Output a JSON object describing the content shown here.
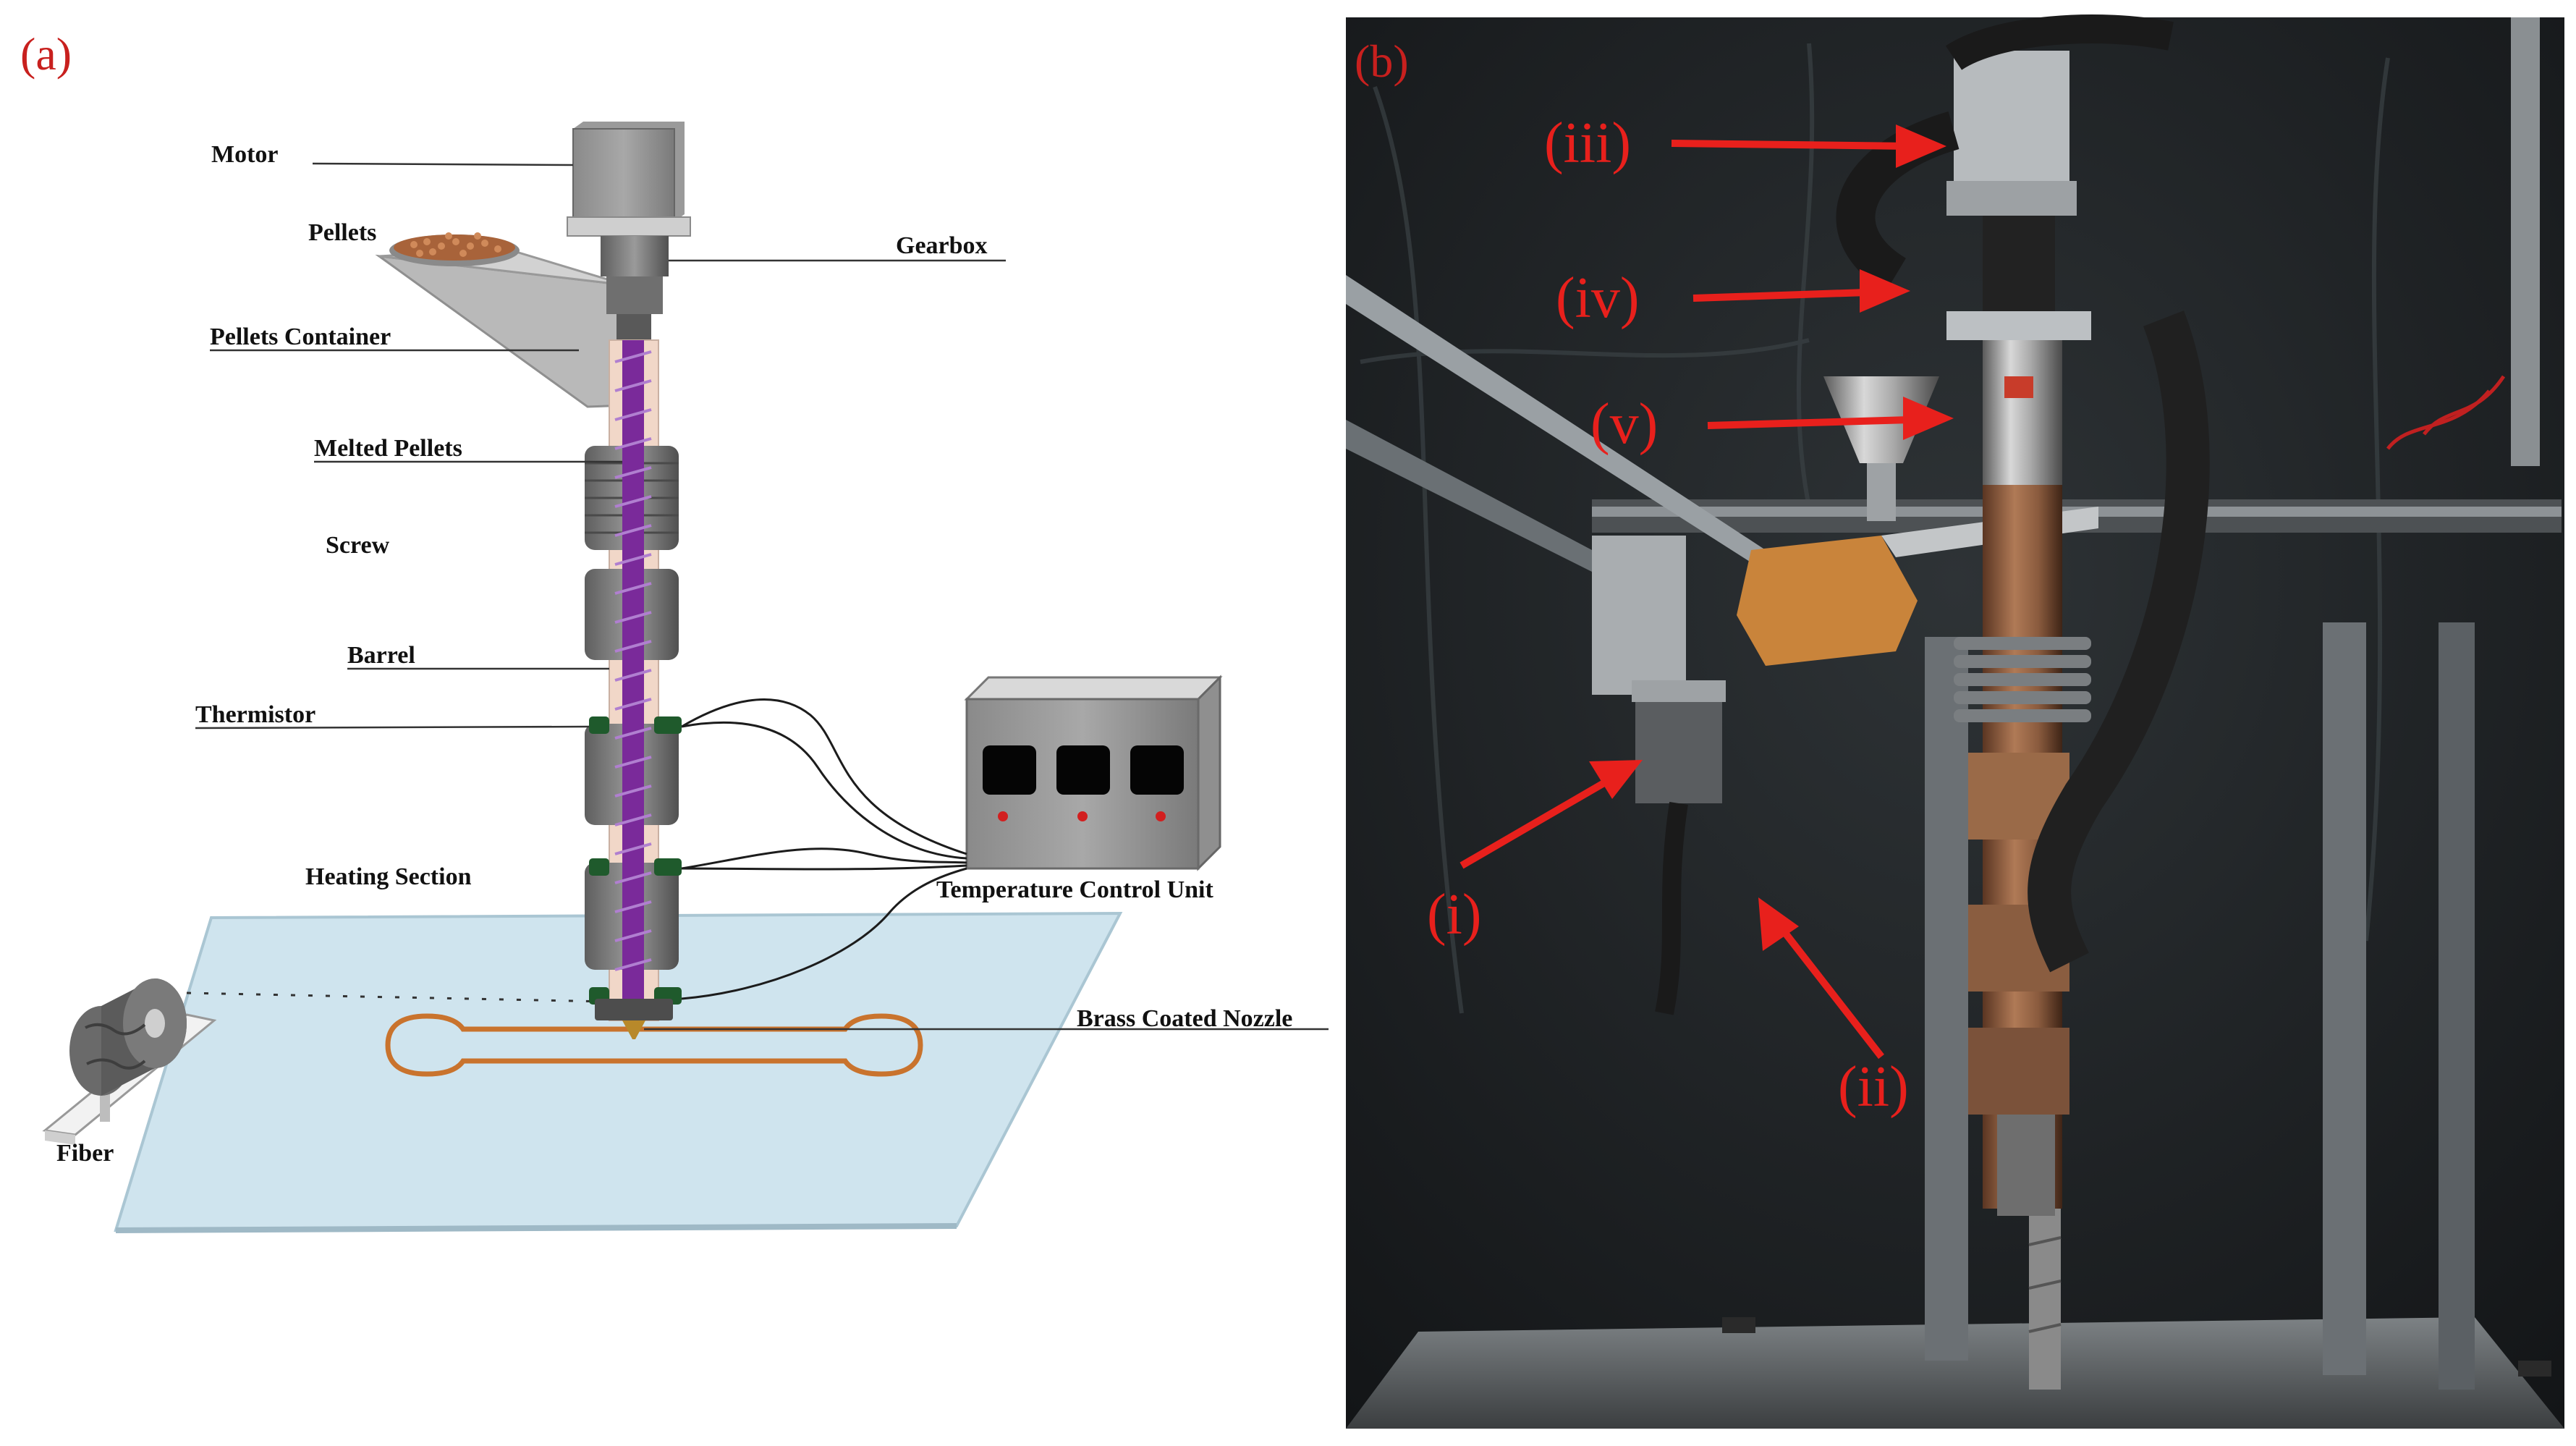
{
  "panels": {
    "a": "(a)",
    "b": "(b)"
  },
  "schematic_labels": {
    "motor": "Motor",
    "pellets": "Pellets",
    "gearbox": "Gearbox",
    "pellets_container": "Pellets Container",
    "melted_pellets": "Melted Pellets",
    "screw": "Screw",
    "barrel": "Barrel",
    "thermistor": "Thermistor",
    "heating_section": "Heating Section",
    "temperature_control_unit": "Temperature Control Unit",
    "brass_coated_nozzle": "Brass Coated Nozzle",
    "fiber": "Fiber"
  },
  "photo_callouts": {
    "i": "(i)",
    "ii": "(ii)",
    "iii": "(iii)",
    "iv": "(iv)",
    "v": "(v)"
  },
  "colors": {
    "panel_label": "#c8201e",
    "callout_red": "#e8201c",
    "screw_purple": "#7a2a9a",
    "build_plate": "#cfe4ee",
    "heater_band_green": "#1f5a2c",
    "specimen_outline": "#c9732d",
    "filament_amber": "#c98a3c"
  }
}
